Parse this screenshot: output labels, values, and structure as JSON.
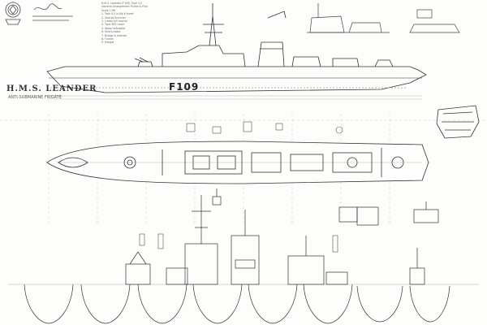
{
  "drawing": {
    "title": "H.M.S. LEANDER",
    "subtitle": "ANTI-SUBMARINE FRIGATE",
    "pennant_number": "F109",
    "notes": [
      "H.M.S. Leander (F109)  Type 12I",
      "General Arrangement  Profile & Plan",
      "Scale  1:96",
      "1. Twin 4.5 in Mk 6 turret",
      "2. Seacat launcher",
      "3. Limbo A/S mortar",
      "4. Type 965 radar",
      "5. Wasp helicopter",
      "6. Ship's boats",
      "7. Bridge & director",
      "8. Funnel",
      "9. Hangar"
    ]
  },
  "colors": {
    "ink": "#333333",
    "paper": "#fdfdfb",
    "faint": "#9a9a9a"
  },
  "icons": {
    "crest": "ship-crest-icon",
    "signature": "signature-mark"
  }
}
